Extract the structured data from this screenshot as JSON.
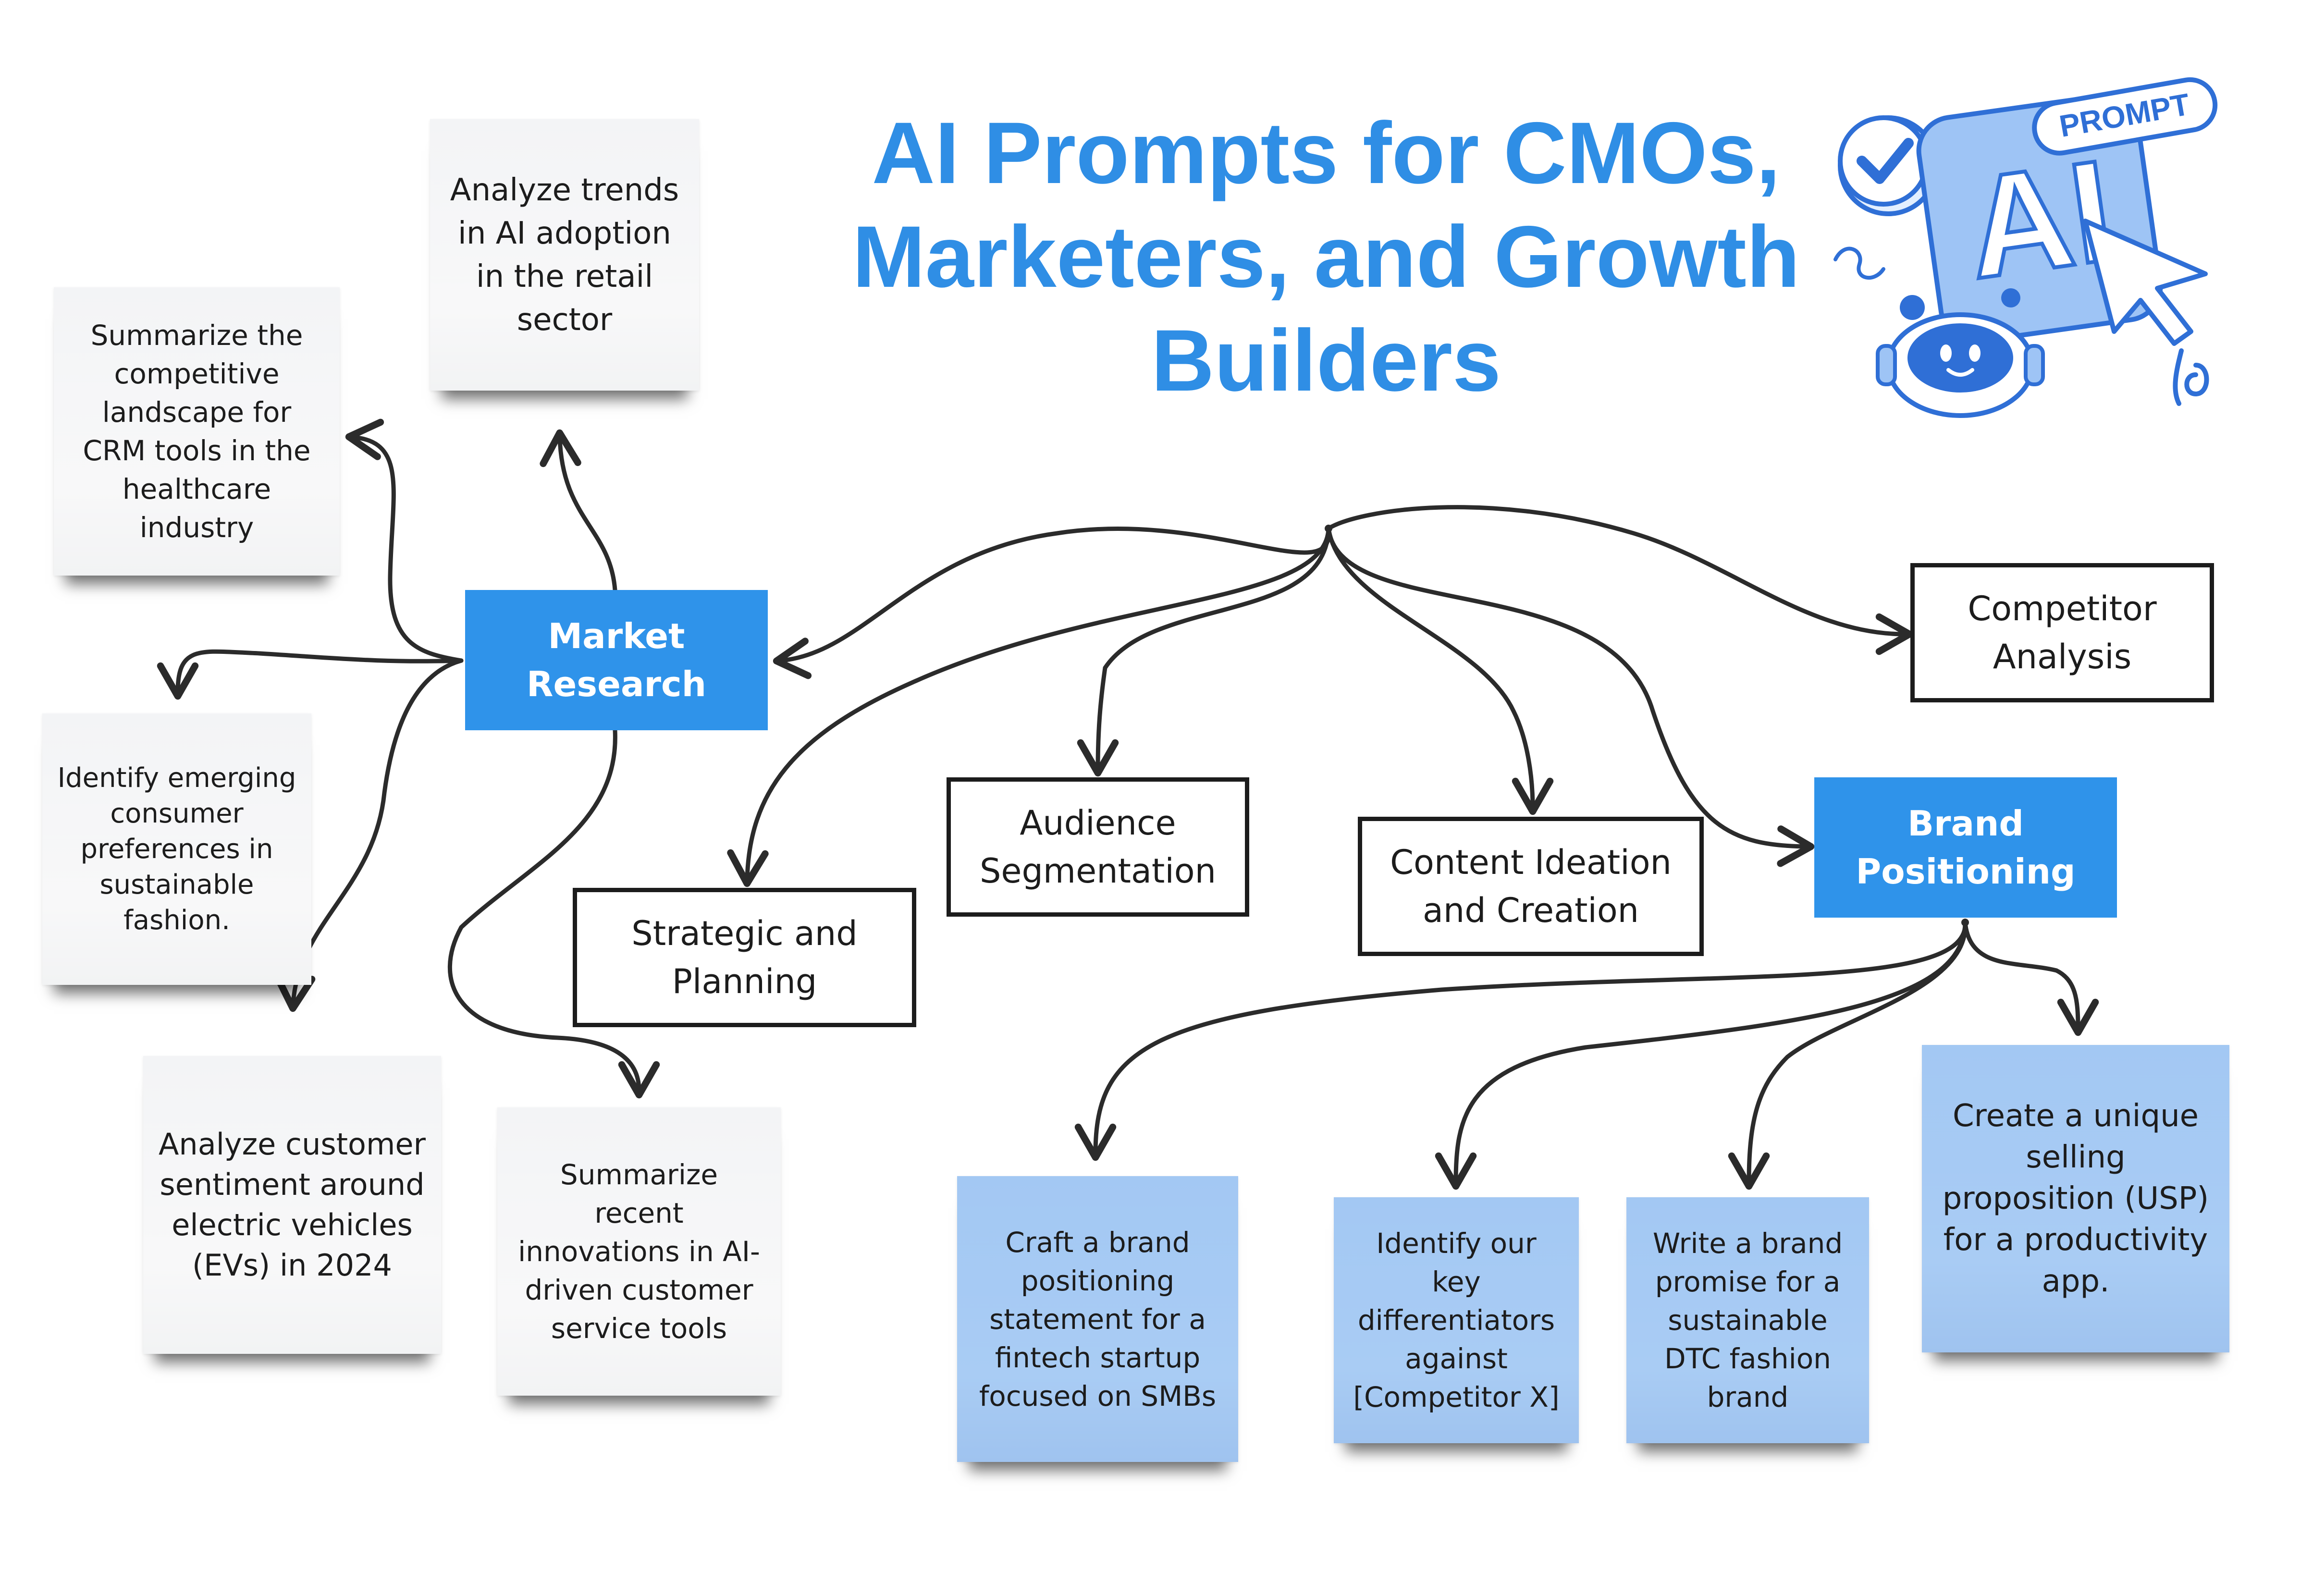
{
  "title": {
    "line1": "AI Prompts for CMOs,",
    "line2": "Marketers, and Growth",
    "line3": "Builders"
  },
  "logo": {
    "badge_text": "PROMPT",
    "mark_text": "AI"
  },
  "nodes": {
    "market_research": [
      "Market",
      "Research"
    ],
    "strategic_planning": [
      "Strategic and",
      "Planning"
    ],
    "audience_segmentation": [
      "Audience",
      "Segmentation"
    ],
    "content_ideation": [
      "Content Ideation",
      "and Creation"
    ],
    "brand_positioning": [
      "Brand",
      "Positioning"
    ],
    "competitor_analysis": [
      "Competitor",
      "Analysis"
    ]
  },
  "market_research_prompts": {
    "crm_landscape": [
      "Summarize the",
      "competitive",
      "landscape for",
      "CRM tools in the",
      "healthcare",
      "industry"
    ],
    "ai_retail": [
      "Analyze trends",
      "in AI adoption",
      "in the retail",
      "sector"
    ],
    "sustainable_fashion": [
      "Identify emerging",
      "consumer",
      "preferences in",
      "sustainable",
      "fashion."
    ],
    "ev_sentiment": [
      "Analyze customer",
      "sentiment around",
      "electric vehicles",
      "(EVs) in 2024"
    ],
    "ai_service_tools": [
      "Summarize recent",
      "innovations in AI-",
      "driven customer",
      "service tools"
    ]
  },
  "brand_positioning_prompts": {
    "fintech_statement": [
      "Craft a brand",
      "positioning",
      "statement for a",
      "fintech startup",
      "focused on SMBs"
    ],
    "differentiators": [
      "Identify our",
      "key",
      "differentiators",
      "against",
      "[Competitor X]"
    ],
    "brand_promise": [
      "Write a brand",
      "promise for a",
      "sustainable",
      "DTC fashion",
      "brand"
    ],
    "usp": [
      "Create a unique",
      "selling",
      "proposition (USP)",
      "for a productivity",
      "app."
    ]
  },
  "colors": {
    "title_blue": "#2f8ee5",
    "node_fill_blue": "#2f93ea",
    "sticky_blue": "#a6caf3",
    "sticky_gray": "#f4f5f6",
    "line_dark": "#2b2b2b"
  }
}
